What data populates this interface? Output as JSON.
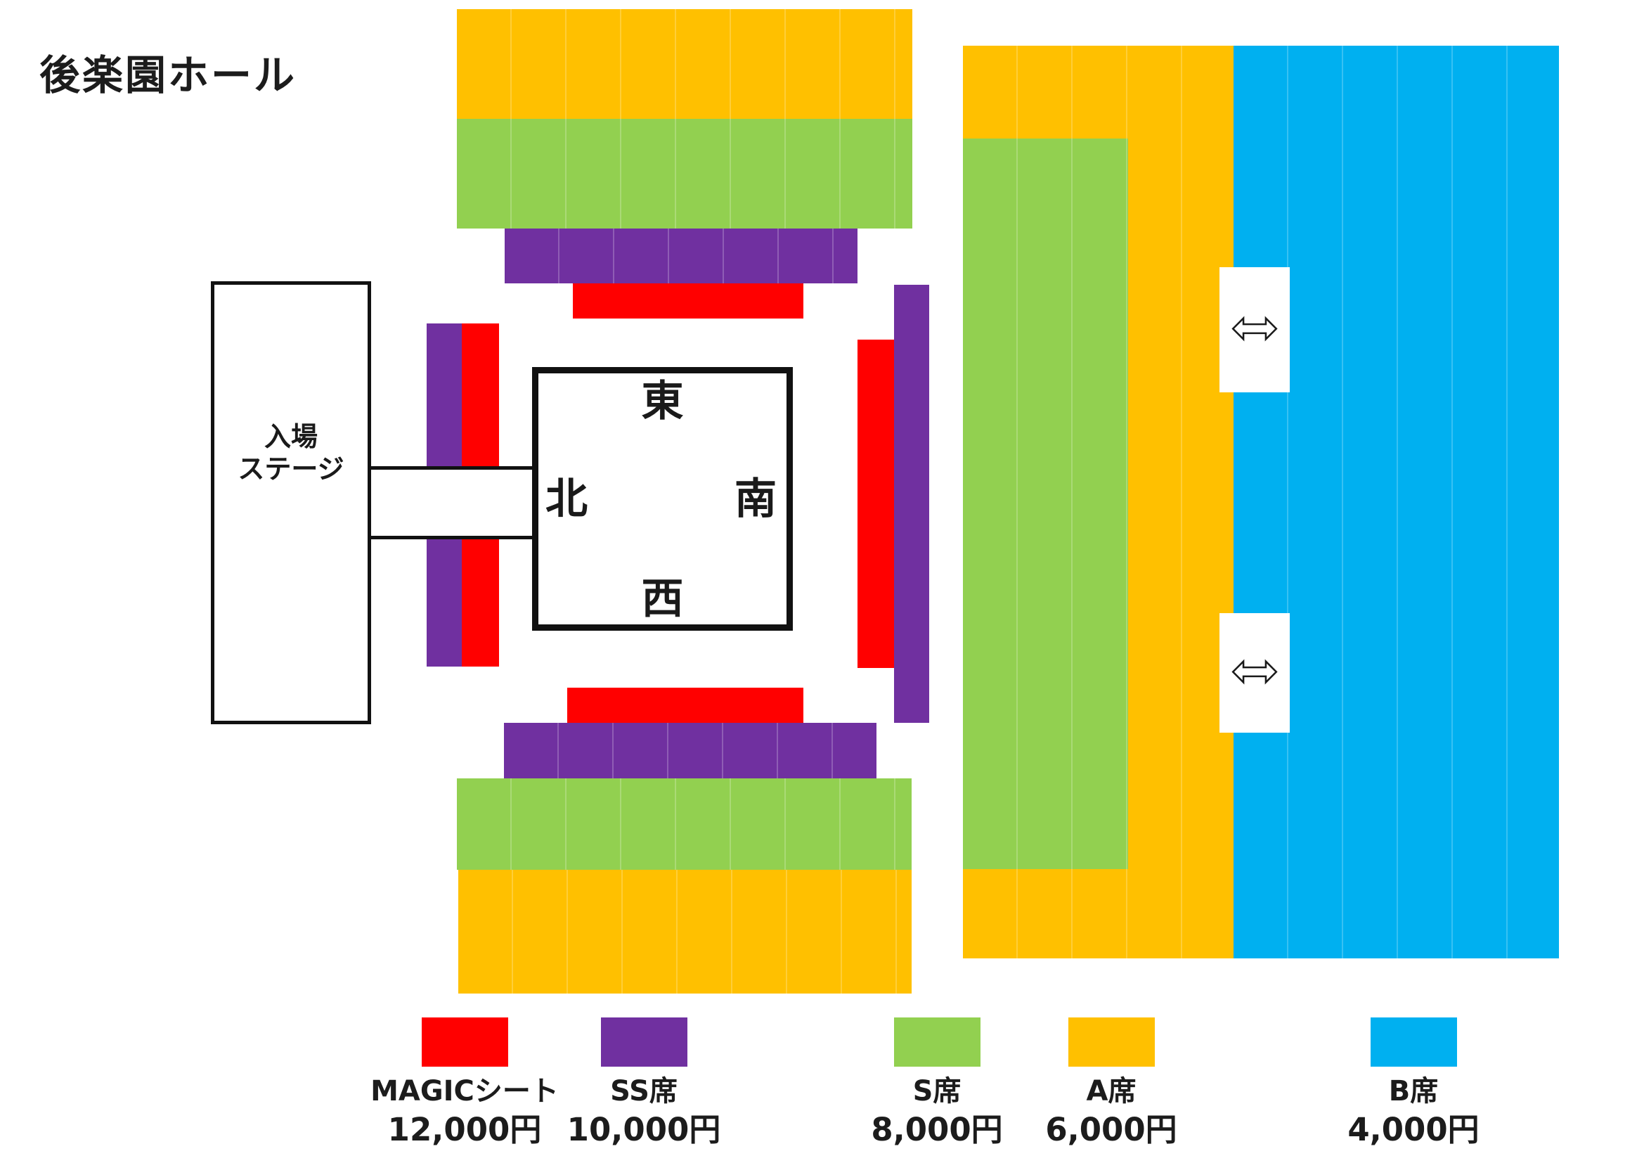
{
  "title": "後楽園ホール",
  "compass": {
    "east": "東",
    "south": "南",
    "west": "西",
    "north": "北"
  },
  "stage": {
    "line1": "入場",
    "line2": "ステージ"
  },
  "colors": {
    "magic": "#FF0000",
    "ss": "#7030A0",
    "s": "#92D050",
    "a": "#FFC000",
    "b": "#00B0F0",
    "line": "#111111"
  },
  "icons": {
    "gate_arrow": "left-right-double-arrow"
  },
  "legend": {
    "items": [
      {
        "name": "MAGICシート",
        "price": "12,000円"
      },
      {
        "name": "SS席",
        "price": "10,000円"
      },
      {
        "name": "S席",
        "price": "8,000円"
      },
      {
        "name": "A席",
        "price": "6,000円"
      },
      {
        "name": "B席",
        "price": "4,000円"
      }
    ]
  }
}
